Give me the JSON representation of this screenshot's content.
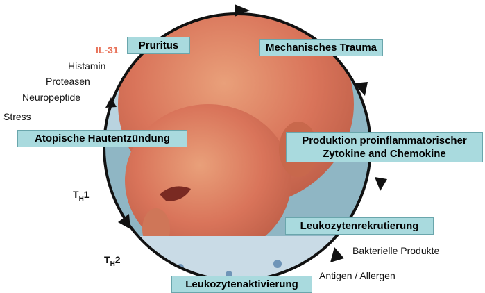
{
  "boxes": {
    "pruritus": "Pruritus",
    "mechanisches_trauma": "Mechanisches Trauma",
    "produktion_line1": "Produktion proinflammatorischer",
    "produktion_line2": "Zytokine and Chemokine",
    "leukozytenrekrutierung": "Leukozytenrekrutierung",
    "leukozytenaktivierung": "Leukozytenaktivierung",
    "atopische_hautentzuendung": "Atopische Hautentzündung"
  },
  "factors": {
    "il31": "IL-31",
    "histamin": "Histamin",
    "proteasen": "Proteasen",
    "neuropeptide": "Neuropeptide",
    "stress": "Stress",
    "bakterielle_produkte": "Bakterielle Produkte",
    "antigen_allergen": "Antigen / Allergen"
  },
  "t_cells": {
    "th1_main": "T",
    "th1_sub": "H",
    "th1_num": "1",
    "th2_main": "T",
    "th2_sub": "H",
    "th2_num": "2"
  },
  "colors": {
    "box_fill": "#a9dade",
    "il31": "#e8735a",
    "circle": "#111111"
  }
}
